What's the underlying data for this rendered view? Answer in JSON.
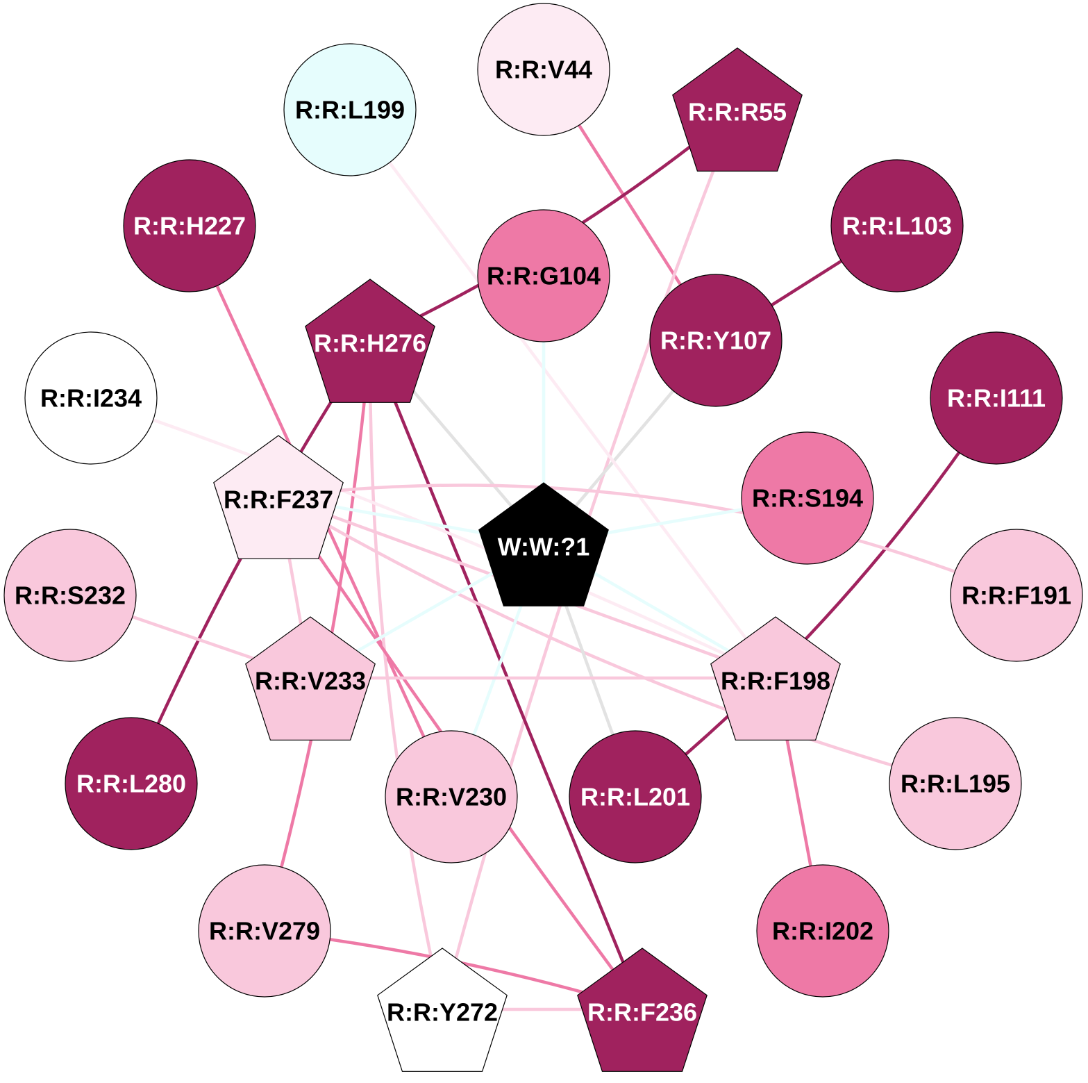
{
  "palette": {
    "dark": "#a0225e",
    "medium": "#ee79a6",
    "light": "#f9c8dc",
    "pale": "#fdebf3",
    "cyan": "#e6fdfd",
    "white": "#ffffff",
    "black": "#000000",
    "gray": "#e2e2e2"
  },
  "nodes": [
    {
      "id": "R:R:V44",
      "label": "R:R:V44",
      "shape": "circle",
      "fill": "pale",
      "text": "dark-text"
    },
    {
      "id": "R:R:L199",
      "label": "R:R:L199",
      "shape": "circle",
      "fill": "cyan",
      "text": "dark-text"
    },
    {
      "id": "R:R:R55",
      "label": "R:R:R55",
      "shape": "pentagon",
      "fill": "dark",
      "text": "light-text"
    },
    {
      "id": "R:R:H227",
      "label": "R:R:H227",
      "shape": "circle",
      "fill": "dark",
      "text": "light-text"
    },
    {
      "id": "R:R:L103",
      "label": "R:R:L103",
      "shape": "circle",
      "fill": "dark",
      "text": "light-text"
    },
    {
      "id": "R:R:G104",
      "label": "R:R:G104",
      "shape": "circle",
      "fill": "medium",
      "text": "dark-text"
    },
    {
      "id": "R:R:H276",
      "label": "R:R:H276",
      "shape": "pentagon",
      "fill": "dark",
      "text": "light-text"
    },
    {
      "id": "R:R:Y107",
      "label": "R:R:Y107",
      "shape": "circle",
      "fill": "dark",
      "text": "light-text"
    },
    {
      "id": "R:R:I234",
      "label": "R:R:I234",
      "shape": "circle",
      "fill": "white",
      "text": "dark-text"
    },
    {
      "id": "R:R:I111",
      "label": "R:R:I111",
      "shape": "circle",
      "fill": "dark",
      "text": "light-text"
    },
    {
      "id": "R:R:F237",
      "label": "R:R:F237",
      "shape": "pentagon",
      "fill": "pale",
      "text": "dark-text"
    },
    {
      "id": "R:R:S194",
      "label": "R:R:S194",
      "shape": "circle",
      "fill": "medium",
      "text": "dark-text"
    },
    {
      "id": "W:W:?1",
      "label": "W:W:?1",
      "shape": "pentagon",
      "fill": "black",
      "text": "light-text"
    },
    {
      "id": "R:R:S232",
      "label": "R:R:S232",
      "shape": "circle",
      "fill": "light",
      "text": "dark-text"
    },
    {
      "id": "R:R:F191",
      "label": "R:R:F191",
      "shape": "circle",
      "fill": "light",
      "text": "dark-text"
    },
    {
      "id": "R:R:V233",
      "label": "R:R:V233",
      "shape": "pentagon",
      "fill": "light",
      "text": "dark-text"
    },
    {
      "id": "R:R:F198",
      "label": "R:R:F198",
      "shape": "pentagon",
      "fill": "light",
      "text": "dark-text"
    },
    {
      "id": "R:R:L280",
      "label": "R:R:L280",
      "shape": "circle",
      "fill": "dark",
      "text": "light-text"
    },
    {
      "id": "R:R:V230",
      "label": "R:R:V230",
      "shape": "circle",
      "fill": "light",
      "text": "dark-text"
    },
    {
      "id": "R:R:L201",
      "label": "R:R:L201",
      "shape": "circle",
      "fill": "dark",
      "text": "light-text"
    },
    {
      "id": "R:R:L195",
      "label": "R:R:L195",
      "shape": "circle",
      "fill": "light",
      "text": "dark-text"
    },
    {
      "id": "R:R:V279",
      "label": "R:R:V279",
      "shape": "circle",
      "fill": "light",
      "text": "dark-text"
    },
    {
      "id": "R:R:I202",
      "label": "R:R:I202",
      "shape": "circle",
      "fill": "medium",
      "text": "dark-text"
    },
    {
      "id": "R:R:Y272",
      "label": "R:R:Y272",
      "shape": "pentagon",
      "fill": "white",
      "text": "dark-text"
    },
    {
      "id": "R:R:F236",
      "label": "R:R:F236",
      "shape": "pentagon",
      "fill": "dark",
      "text": "light-text"
    }
  ],
  "edges": [
    {
      "source": "R:R:V44",
      "target": "R:R:Y107",
      "color": "medium"
    },
    {
      "source": "R:R:R55",
      "target": "R:R:H276",
      "color": "dark"
    },
    {
      "source": "R:R:R55",
      "target": "R:R:Y272",
      "color": "light"
    },
    {
      "source": "R:R:L103",
      "target": "R:R:Y107",
      "color": "dark"
    },
    {
      "source": "R:R:Y107",
      "target": "W:W:?1",
      "color": "gray"
    },
    {
      "source": "R:R:L199",
      "target": "R:R:F198",
      "color": "pale"
    },
    {
      "source": "R:R:G104",
      "target": "W:W:?1",
      "color": "cyan"
    },
    {
      "source": "R:R:H227",
      "target": "R:R:V230",
      "color": "medium"
    },
    {
      "source": "R:R:H276",
      "target": "W:W:?1",
      "color": "gray"
    },
    {
      "source": "R:R:H276",
      "target": "R:R:F236",
      "color": "dark"
    },
    {
      "source": "R:R:H276",
      "target": "R:R:L280",
      "color": "dark"
    },
    {
      "source": "R:R:H276",
      "target": "R:R:V279",
      "color": "medium"
    },
    {
      "source": "R:R:H276",
      "target": "R:R:Y272",
      "color": "light"
    },
    {
      "source": "R:R:I234",
      "target": "R:R:F198",
      "color": "pale"
    },
    {
      "source": "R:R:I111",
      "target": "R:R:L201",
      "color": "dark"
    },
    {
      "source": "R:R:F237",
      "target": "R:R:F191",
      "color": "light"
    },
    {
      "source": "R:R:F237",
      "target": "R:R:V233",
      "color": "light"
    },
    {
      "source": "R:R:F237",
      "target": "R:R:F198",
      "color": "light"
    },
    {
      "source": "R:R:F237",
      "target": "R:R:L195",
      "color": "light"
    },
    {
      "source": "R:R:F237",
      "target": "R:R:F236",
      "color": "medium"
    },
    {
      "source": "R:R:F237",
      "target": "W:W:?1",
      "color": "cyan"
    },
    {
      "source": "R:R:S194",
      "target": "W:W:?1",
      "color": "cyan"
    },
    {
      "source": "W:W:?1",
      "target": "R:R:L201",
      "color": "gray"
    },
    {
      "source": "W:W:?1",
      "target": "R:R:V233",
      "color": "cyan"
    },
    {
      "source": "W:W:?1",
      "target": "R:R:V230",
      "color": "cyan"
    },
    {
      "source": "W:W:?1",
      "target": "R:R:F198",
      "color": "cyan"
    },
    {
      "source": "R:R:S232",
      "target": "R:R:V233",
      "color": "light"
    },
    {
      "source": "R:R:V233",
      "target": "R:R:F198",
      "color": "light"
    },
    {
      "source": "R:R:F198",
      "target": "R:R:I202",
      "color": "medium"
    },
    {
      "source": "R:R:V279",
      "target": "R:R:F236",
      "color": "medium"
    },
    {
      "source": "R:R:Y272",
      "target": "R:R:F236",
      "color": "light"
    }
  ]
}
